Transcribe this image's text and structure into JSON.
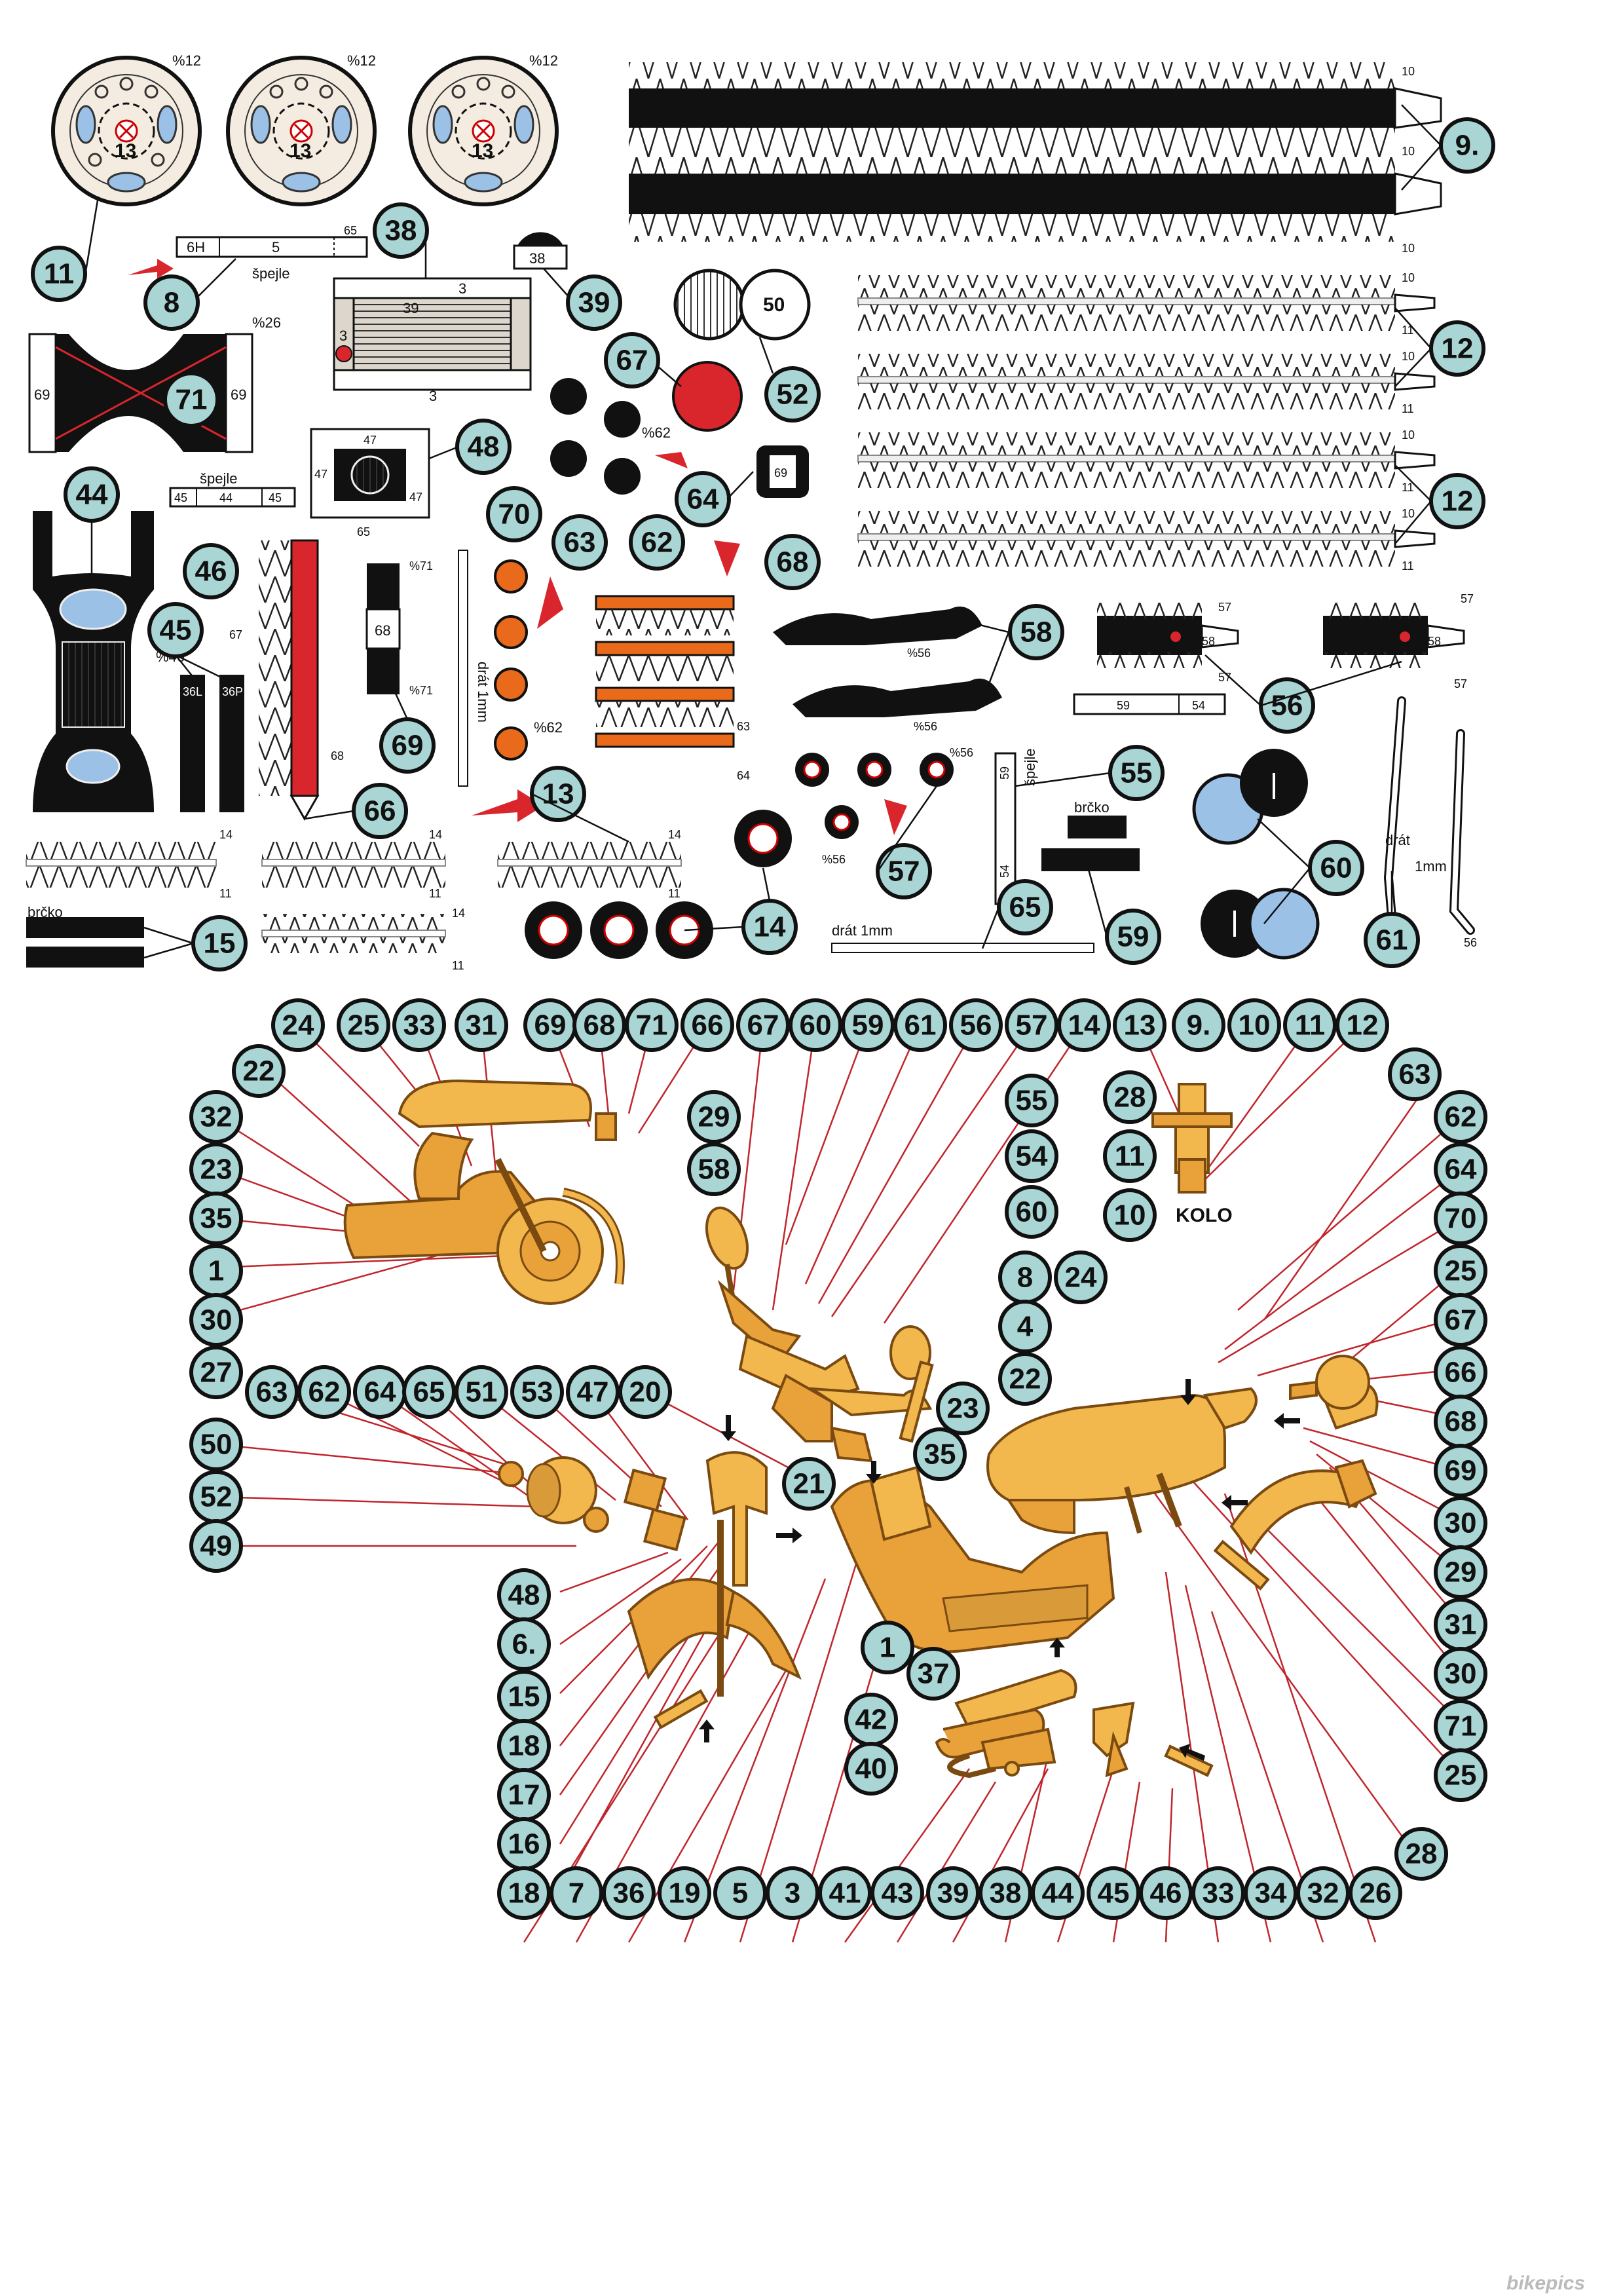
{
  "sheet": {
    "watermark": "bikepics"
  },
  "parts_labels": {
    "wheel_hint": "%12",
    "wheel_center": "13",
    "stick_label": "špejle",
    "straw_label": "brčko",
    "wire_label": "drát 1mm",
    "wire_label_split": "drát",
    "wire_size": "1mm",
    "kolo_label": "KOLO",
    "r8_field1": "6H",
    "r8_field2": "5",
    "r8_field3": "65",
    "r46_fields": [
      "45",
      "44",
      "45"
    ],
    "r59_fields": [
      "59",
      "54"
    ],
    "box38_top": "3",
    "box38_inner": "39",
    "box38_side": "3",
    "box38_bottom": "3",
    "lamp50": "50",
    "box69": "69",
    "box48_top": "47",
    "box48_left": "47",
    "box48_right": "47",
    "box48_bottom": "65",
    "badge38_small": "38",
    "frame71_left": "69",
    "frame71_right": "69",
    "pct26": "%26",
    "pct46": "%46",
    "pct62a": "%62",
    "pct62b": "%62",
    "pct56a": "%56",
    "pct56b": "%56",
    "pct56c": "%56",
    "pct56d": "%56",
    "pct71a": "%71",
    "pct71b": "%71",
    "lbl67": "67",
    "lbl68": "68",
    "box68": "68",
    "lbl63": "63",
    "lbl64": "64",
    "lbl36L": "36L",
    "lbl36P": "36P",
    "lbl10": "10",
    "lbl11": "11",
    "lbl14": "14",
    "lbl57": "57",
    "lbl58": "58",
    "lbl56": "56",
    "lbl54": "54",
    "lbl59": "59"
  },
  "top_badges": {
    "b11": "11",
    "b8": "8",
    "b38": "38",
    "b39": "39",
    "b67": "67",
    "b52": "52",
    "b9": "9.",
    "b12a": "12",
    "b12b": "12",
    "b71": "71",
    "b48": "48",
    "b64": "64",
    "b68": "68",
    "b44": "44",
    "b46": "46",
    "b70": "70",
    "b63": "63",
    "b62": "62",
    "b58": "58",
    "b56": "56",
    "b45": "45",
    "b69": "69",
    "b66": "66",
    "b13": "13",
    "b55": "55",
    "b60": "60",
    "b57": "57",
    "b61": "61",
    "b65": "65",
    "b59": "59",
    "b15": "15",
    "b14": "14"
  },
  "frame_top": [
    "24",
    "25",
    "33",
    "31",
    "69",
    "68",
    "71",
    "66",
    "67",
    "60",
    "59",
    "61",
    "56",
    "57",
    "14",
    "13",
    "9.",
    "10",
    "11",
    "12"
  ],
  "frame_left_upper": [
    "22",
    "32",
    "23",
    "35",
    "1",
    "30",
    "27"
  ],
  "frame_left_lower": [
    "50",
    "52",
    "49"
  ],
  "row_63": [
    "63",
    "62",
    "64",
    "65",
    "51",
    "53",
    "47",
    "20"
  ],
  "frame_left_inner": [
    "48",
    "6.",
    "15",
    "18",
    "17",
    "16"
  ],
  "frame_bottom": [
    "18",
    "7",
    "36",
    "19",
    "5",
    "3",
    "41",
    "43",
    "39",
    "38",
    "44",
    "45",
    "46",
    "33",
    "34",
    "32",
    "26"
  ],
  "frame_right": [
    "63",
    "62",
    "64",
    "70",
    "25",
    "67",
    "66",
    "68",
    "69",
    "30",
    "29",
    "31",
    "30",
    "71",
    "25",
    "28"
  ],
  "inner_badges": {
    "i29": "29",
    "i58": "58",
    "i55": "55",
    "i54": "54",
    "i60": "60",
    "i28": "28",
    "i11": "11",
    "i10": "10",
    "i8": "8",
    "i24": "24",
    "i4": "4",
    "i22": "22",
    "i23": "23",
    "i35": "35",
    "i21": "21",
    "i1": "1",
    "i37": "37",
    "i42": "42",
    "i40": "40"
  }
}
